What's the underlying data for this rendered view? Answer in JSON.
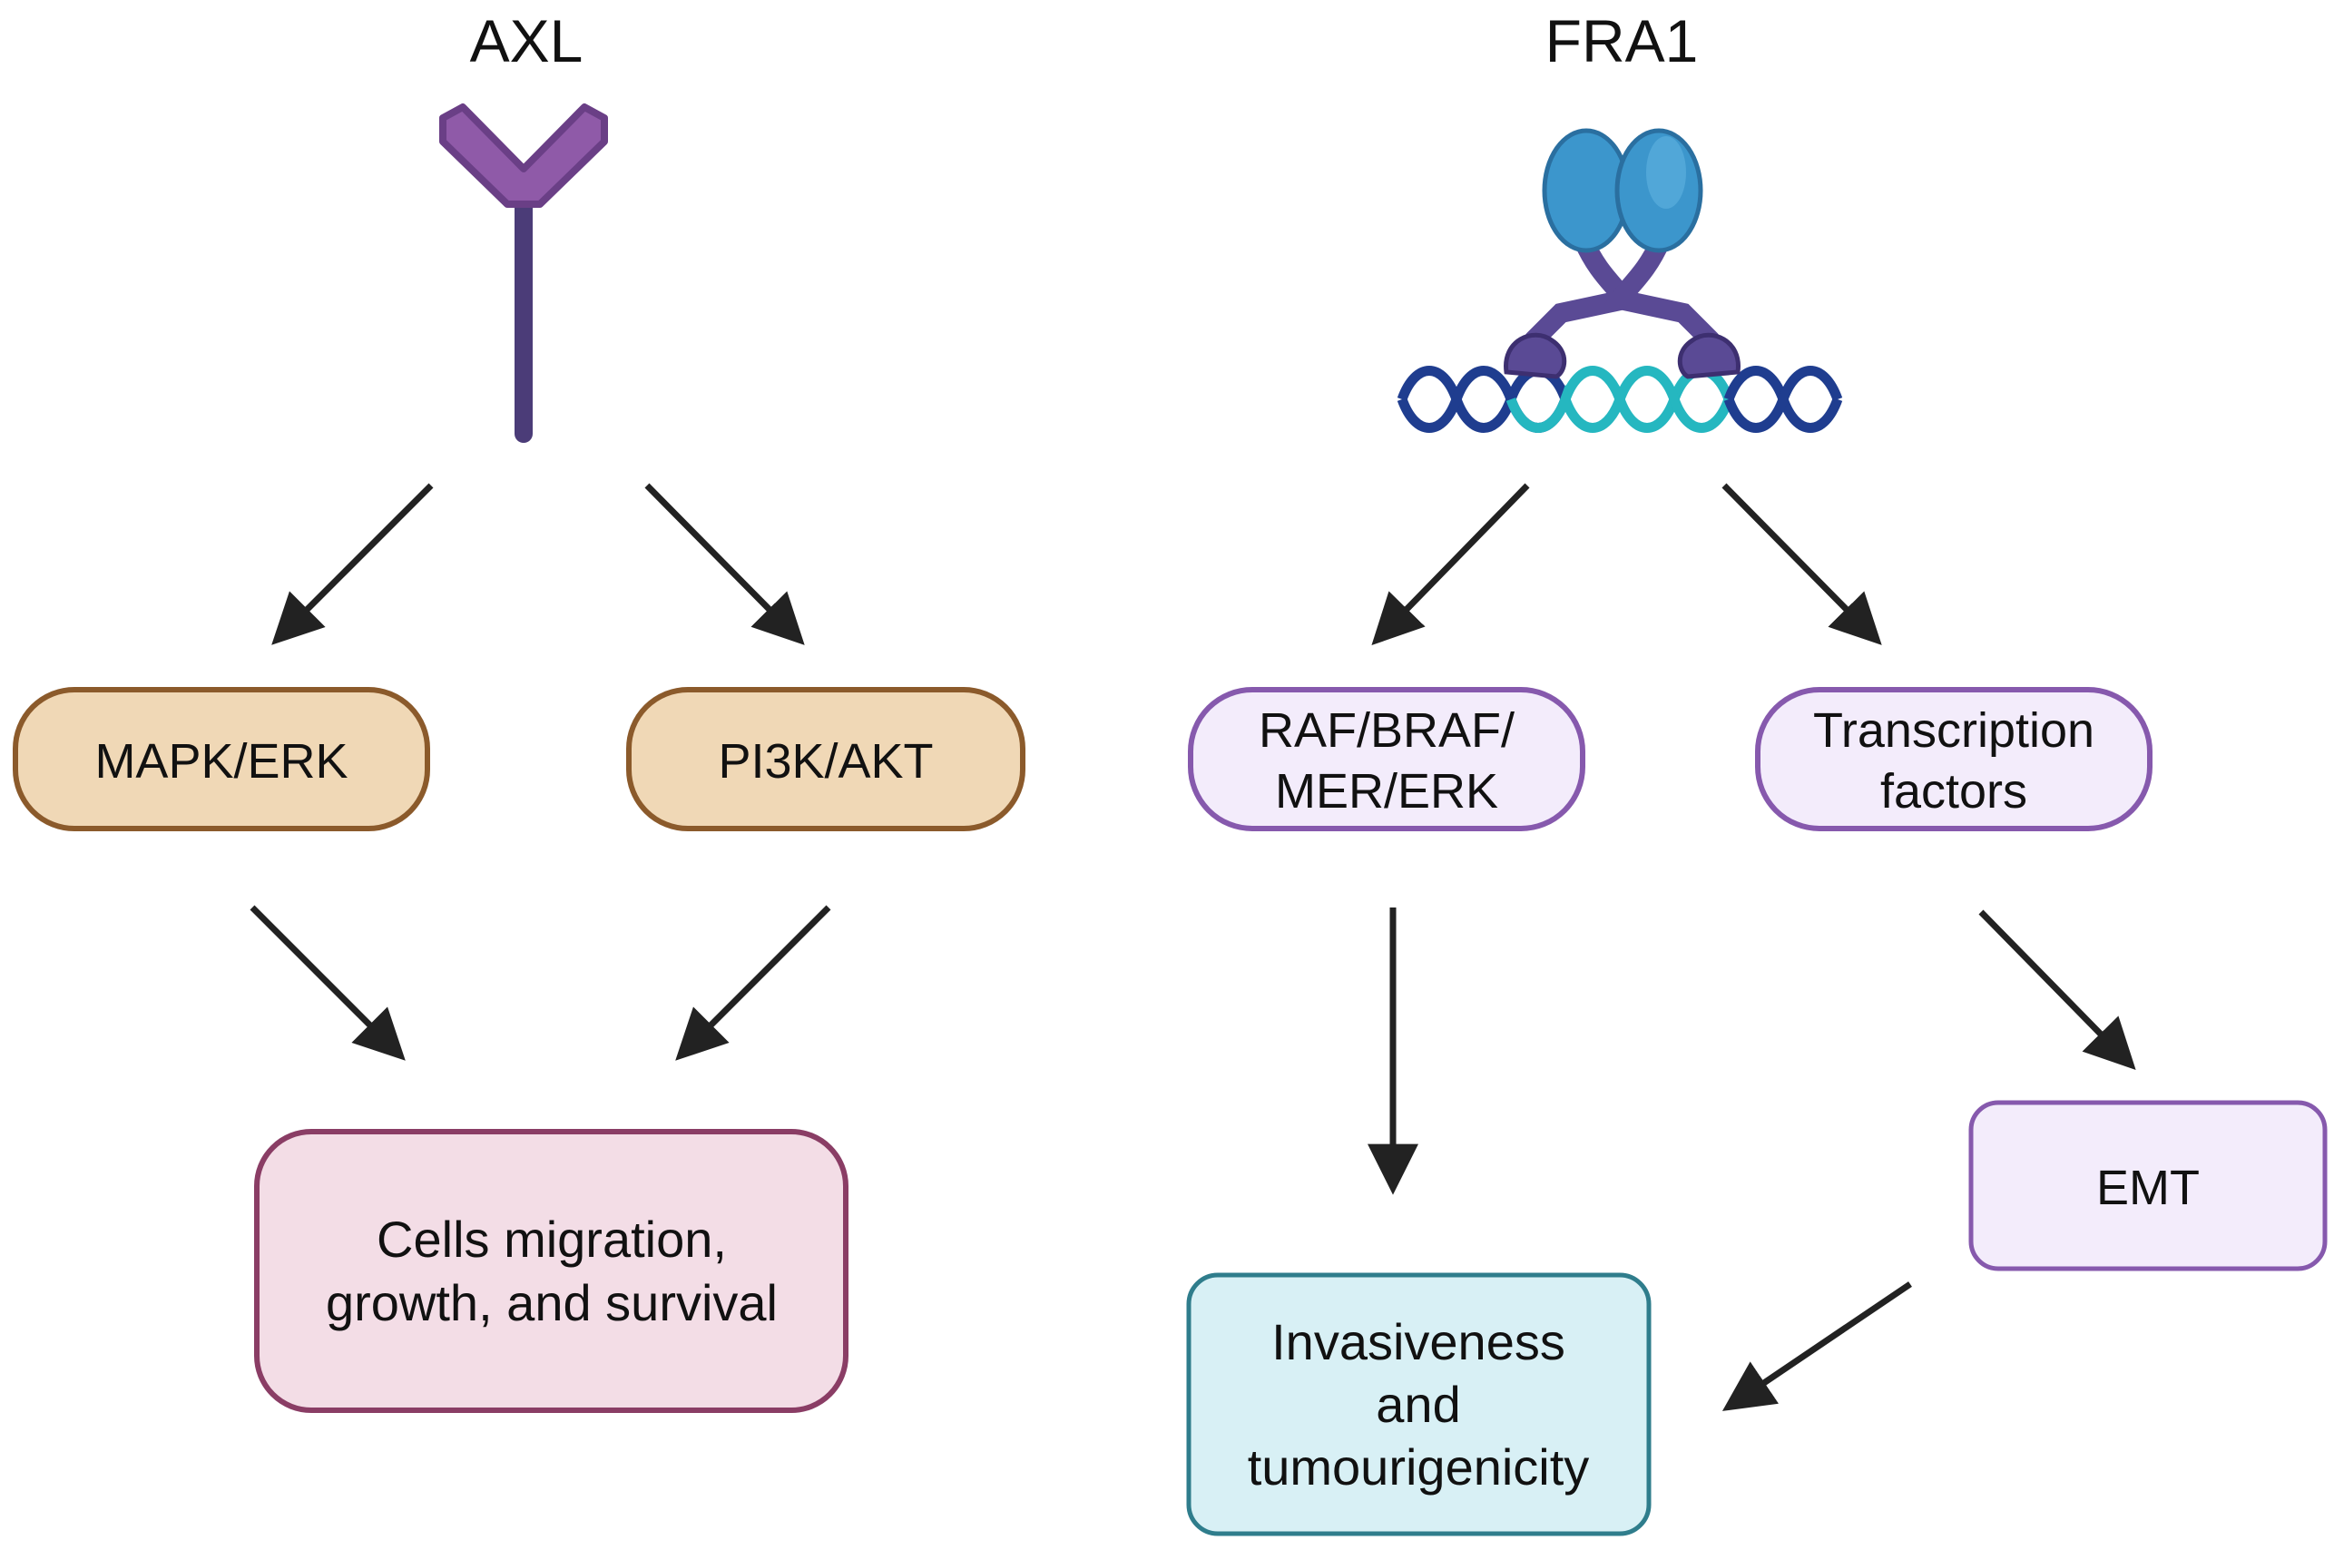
{
  "left": {
    "title": "AXL",
    "box_mapk": "MAPK/ERK",
    "box_pi3k": "PI3K/AKT",
    "box_cells": [
      "Cells migration,",
      "growth, and survival"
    ]
  },
  "right": {
    "title": "FRA1",
    "box_raf": [
      "RAF/BRAF/",
      "MER/ERK"
    ],
    "box_tf": [
      "Transcription",
      "factors"
    ],
    "box_emt": "EMT",
    "box_invasive": [
      "Invasiveness",
      "and",
      "tumourigenicity"
    ]
  },
  "colors": {
    "receptor": "#8f5aa8",
    "receptor_stem": "#4b3c78",
    "tan_fill": "#f0d8b6",
    "tan_stroke": "#8b5a2b",
    "pink_fill": "#f3dde6",
    "pink_stroke": "#8a3d65",
    "lavender_fill": "#f3ecfb",
    "lavender_stroke": "#8659ad",
    "cyan_fill": "#d8f0f5",
    "cyan_stroke": "#2f7d8c",
    "protein_blue": "#3c96cc",
    "dna_dark": "#1f3d8f",
    "dna_teal": "#25b7c0",
    "arrow": "#222222"
  }
}
